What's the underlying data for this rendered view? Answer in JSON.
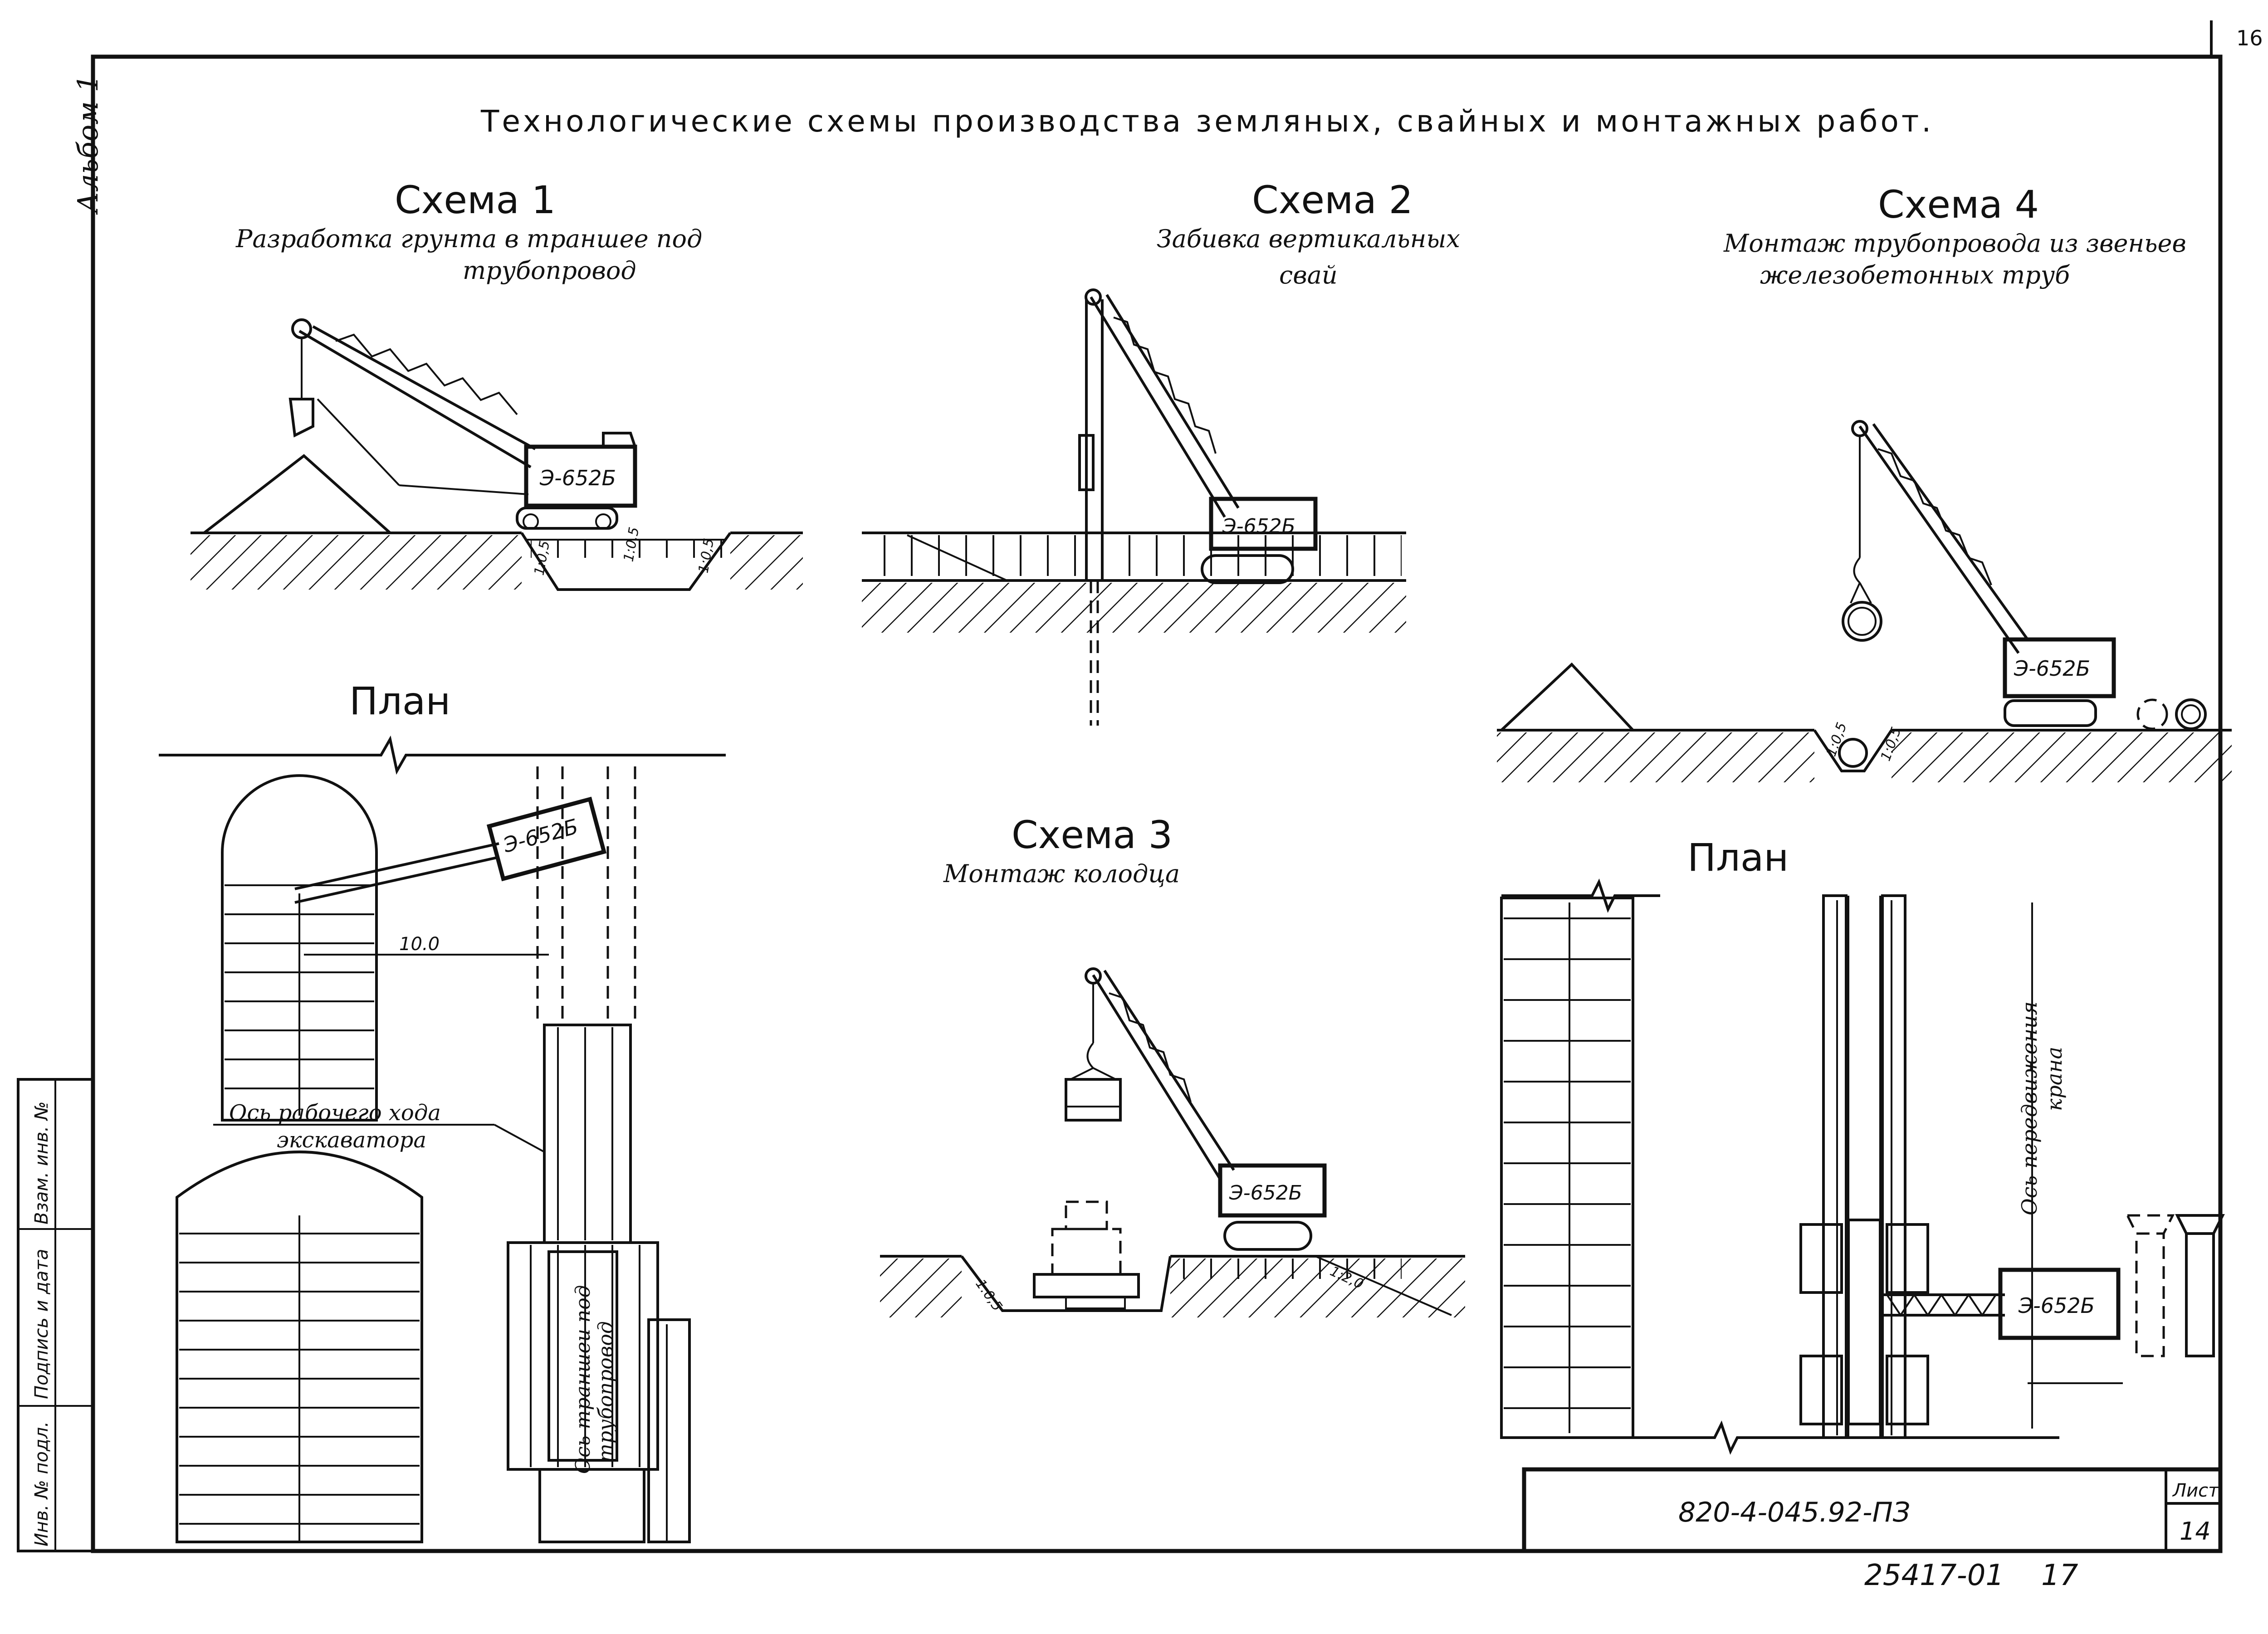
{
  "title": "Технологические схемы производства земляных, свайных и монтажных работ.",
  "side_label": "Альбом 1",
  "page_corner": "16",
  "stamp_fields": [
    "Инв. № подл.",
    "Подпись и дата",
    "Взам. инв. №"
  ],
  "scheme1": {
    "heading": "Схема 1",
    "caption_line1": "Разработка грунта в траншее под",
    "caption_line2": "трубопровод",
    "machine": "Э-652Б",
    "slope_left": "1:0,5",
    "slope_mid": "1:0,5",
    "slope_right": "1:0,5"
  },
  "scheme2": {
    "heading": "Схема 2",
    "caption_line1": "Забивка вертикальных",
    "caption_line2": "свай",
    "machine": "Э-652Б"
  },
  "scheme3": {
    "heading": "Схема 3",
    "caption_line1": "Монтаж колодца",
    "machine": "Э-652Б",
    "slope_left": "1:0,5",
    "slope_right": "1:2,0"
  },
  "scheme4": {
    "heading": "Схема 4",
    "caption_line1": "Монтаж трубопровода из звеньев",
    "caption_line2": "железобетонных труб",
    "machine": "Э-652Б",
    "slope_left": "1:0,5",
    "slope_right": "1:0,5"
  },
  "plan1": {
    "heading": "План",
    "machine": "Э-652Б",
    "dimension": "10.0",
    "axis_line1": "Ось рабочего хода",
    "axis_line2": "экскаватора",
    "trench_axis_line1": "Ось траншеи под",
    "trench_axis_line2": "трубопровод"
  },
  "plan2": {
    "heading": "План",
    "machine": "Э-652Б",
    "crane_axis_line1": "Ось передвижения",
    "crane_axis_line2": "крана"
  },
  "title_block": {
    "code": "820-4-045.92-ПЗ",
    "sheet_label": "Лист",
    "sheet_number": "14"
  },
  "footer_number": "25417-01",
  "footer_page": "17"
}
